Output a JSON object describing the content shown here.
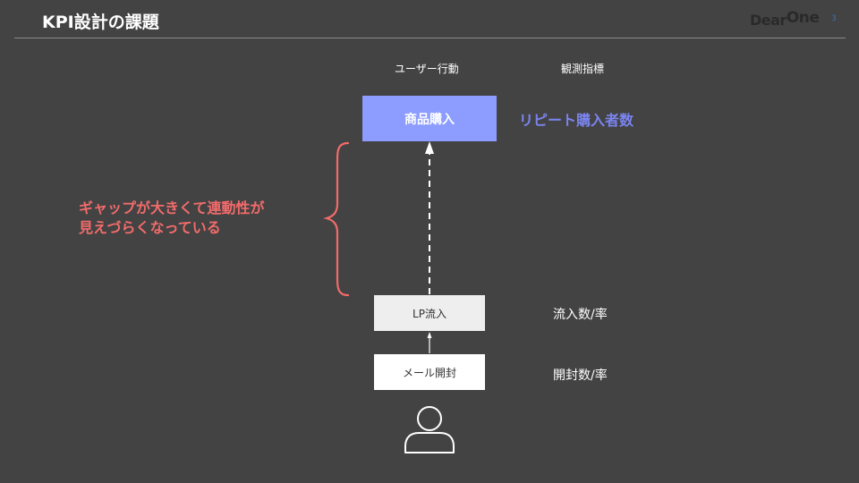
{
  "slide": {
    "title": "KPI設計の課題",
    "logo": {
      "part1": "Dear",
      "part2": "One"
    },
    "page_number": "3"
  },
  "columns": {
    "user_action": "ユーザー行動",
    "observed_metric": "観測指標"
  },
  "funnel": {
    "steps": [
      {
        "label": "商品購入",
        "metric": "リピート購入者数"
      },
      {
        "label": "LP流入",
        "metric": "流入数/率"
      },
      {
        "label": "メール開封",
        "metric": "開封数/率"
      }
    ]
  },
  "annotation": {
    "line1": "ギャップが大きくて連動性が",
    "line2": "見えづらくなっている"
  },
  "icons": {
    "user": "user-icon",
    "brace": "left-curly-brace",
    "arrow": "arrow-up"
  },
  "colors": {
    "background": "#434343",
    "purchase_box": "#8c9cff",
    "repeat_metric": "#7b84f0",
    "gap_note": "#f26b6b",
    "lp_box": "#eeeeee",
    "mail_box": "#ffffff",
    "page_number": "#3d6fb3"
  }
}
